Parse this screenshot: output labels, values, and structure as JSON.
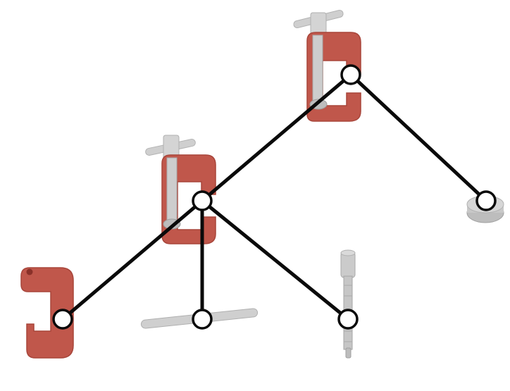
{
  "diagram": {
    "type": "part-hierarchy-tree",
    "colors": {
      "background": "#ffffff",
      "edge": "#0a0a0a",
      "node_fill": "#ffffff",
      "node_stroke": "#0a0a0a",
      "clamp_body": "#c0574b",
      "clamp_shadow": "#9e3f35",
      "metal": "#c9c9c9",
      "metal_shadow": "#a6a6a6"
    },
    "nodes": [
      {
        "id": "top-clamp",
        "part": "c-clamp-assembled"
      },
      {
        "id": "swivel-pad",
        "part": "swivel-pad"
      },
      {
        "id": "mid-clamp",
        "part": "c-clamp-assembled"
      },
      {
        "id": "clamp-frame",
        "part": "c-clamp-frame"
      },
      {
        "id": "t-handle",
        "part": "t-handle-bar"
      },
      {
        "id": "screw",
        "part": "threaded-screw"
      }
    ],
    "edges": [
      [
        "top-clamp",
        "mid-clamp"
      ],
      [
        "top-clamp",
        "swivel-pad"
      ],
      [
        "mid-clamp",
        "clamp-frame"
      ],
      [
        "mid-clamp",
        "t-handle"
      ],
      [
        "mid-clamp",
        "screw"
      ]
    ]
  }
}
